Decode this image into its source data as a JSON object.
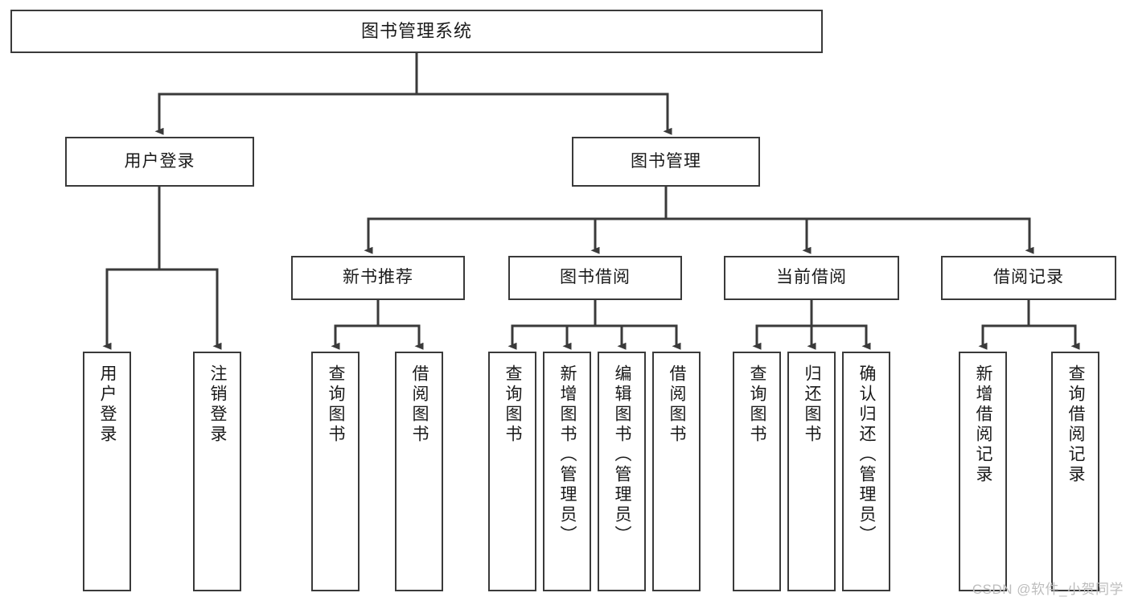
{
  "diagram": {
    "title": "图书管理系统",
    "type": "tree",
    "colors": {
      "background": "#ffffff",
      "box_border": "#3a3a3a",
      "box_fill": "#ffffff",
      "text": "#1a1a1a",
      "edge": "#3a3a3a",
      "watermark": "#bdbdbd"
    },
    "root": {
      "label": "图书管理系统"
    },
    "level2": [
      {
        "label": "用户登录"
      },
      {
        "label": "图书管理"
      }
    ],
    "level3": [
      {
        "label": "新书推荐"
      },
      {
        "label": "图书借阅"
      },
      {
        "label": "当前借阅"
      },
      {
        "label": "借阅记录"
      }
    ],
    "leaves": {
      "user_login": [
        {
          "label": "用户登录"
        },
        {
          "label": "注销登录"
        }
      ],
      "new_book_recommend": [
        {
          "label": "查询图书"
        },
        {
          "label": "借阅图书"
        }
      ],
      "book_borrow": [
        {
          "label": "查询图书"
        },
        {
          "label": "新增图书（管理员）"
        },
        {
          "label": "编辑图书（管理员）"
        },
        {
          "label": "借阅图书"
        }
      ],
      "current_borrow": [
        {
          "label": "查询图书"
        },
        {
          "label": "归还图书"
        },
        {
          "label": "确认归还（管理员）"
        }
      ],
      "borrow_record": [
        {
          "label": "新增借阅记录"
        },
        {
          "label": "查询借阅记录"
        }
      ]
    },
    "watermark": "CSDN @软件_小贺同学"
  }
}
